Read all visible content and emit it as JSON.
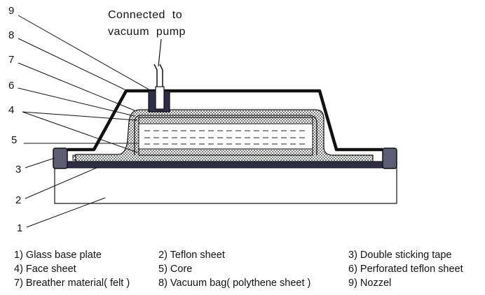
{
  "diagram": {
    "note_line1": "Connected  to",
    "note_line2": "vacuum  pump",
    "callouts": [
      "9",
      "8",
      "7",
      "6",
      "4",
      "5",
      "3",
      "2",
      "1"
    ]
  },
  "legend": [
    [
      "1) Glass base plate",
      "2) Teflon sheet",
      "3) Double sticking tape"
    ],
    [
      "4) Face sheet",
      "5) Core",
      "6) Perforated teflon sheet"
    ],
    [
      "7) Breather material( felt )",
      "8) Vacuum bag( polythene sheet )",
      "9) Nozzel"
    ]
  ]
}
